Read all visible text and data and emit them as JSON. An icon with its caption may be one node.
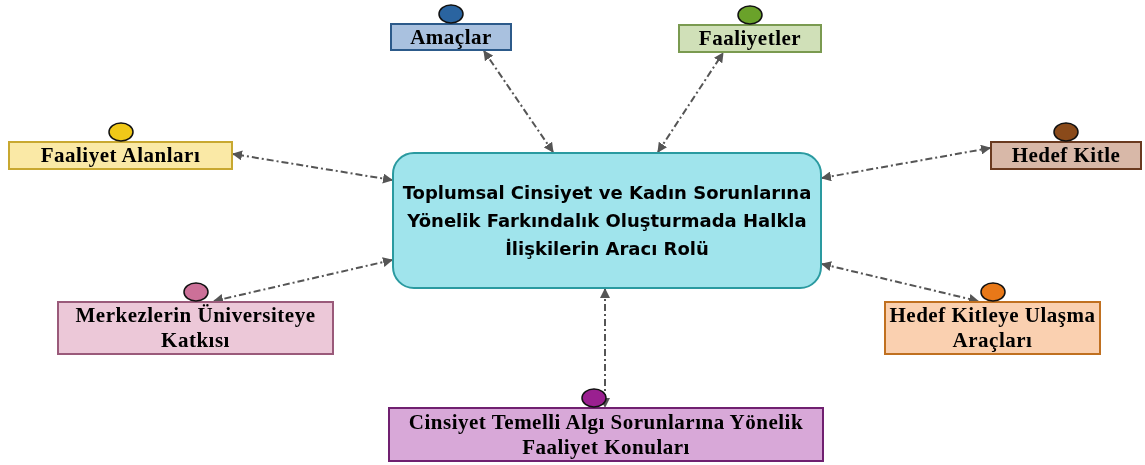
{
  "diagram": {
    "nodes": [
      {
        "text": [
          "Toplumsal Cinsiyet ve Kadın Sorunlarına Yönelik Farkındalık Oluşturmada Halkla İlişkilerin Aracı Rolü"
        ]
      },
      {
        "text": [
          "Amaçlar"
        ]
      },
      {
        "text": [
          "Faaliyetler"
        ]
      },
      {
        "text": [
          "Faaliyet Alanları"
        ]
      },
      {
        "text": [
          "Hedef Kitle"
        ]
      },
      {
        "text": [
          "Merkezlerin Üniversiteye Katkısı"
        ]
      },
      {
        "text": [
          "Hedef Kitleye Ulaşma Araçları"
        ]
      },
      {
        "text": [
          "Cinsiyet Temelli Algı Sorunlarına Yönelik Faaliyet Konuları"
        ]
      }
    ],
    "edges": [
      {
        "from": 0,
        "to": 1,
        "arrow": "both",
        "style": "dashed"
      },
      {
        "from": 0,
        "to": 2,
        "arrow": "both",
        "style": "dashed"
      },
      {
        "from": 0,
        "to": 3,
        "arrow": "both",
        "style": "dashed"
      },
      {
        "from": 0,
        "to": 4,
        "arrow": "both",
        "style": "dashed"
      },
      {
        "from": 0,
        "to": 5,
        "arrow": "both",
        "style": "dashed"
      },
      {
        "from": 0,
        "to": 6,
        "arrow": "both",
        "style": "dashed"
      },
      {
        "from": 0,
        "to": 7,
        "arrow": "both",
        "style": "dashed"
      }
    ]
  }
}
